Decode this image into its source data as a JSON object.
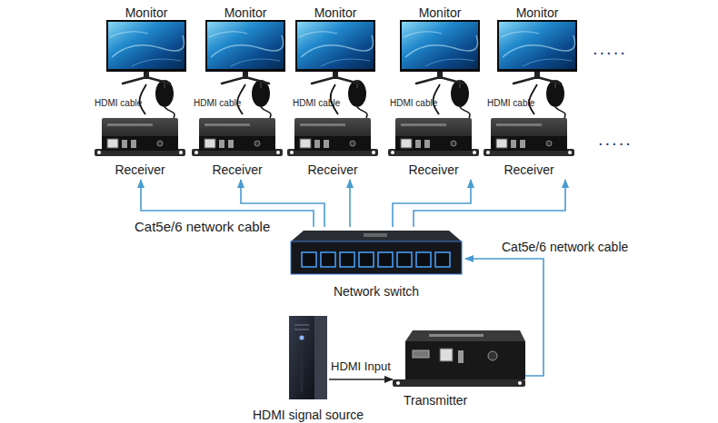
{
  "diagram": {
    "nodes": [
      {
        "text": [
          "Monitor"
        ]
      },
      {
        "text": [
          "Monitor"
        ]
      },
      {
        "text": [
          "Monitor"
        ]
      },
      {
        "text": [
          "Monitor"
        ]
      },
      {
        "text": [
          "Monitor"
        ]
      },
      {
        "text": [
          "Receiver"
        ]
      },
      {
        "text": [
          "Receiver"
        ]
      },
      {
        "text": [
          "Receiver"
        ]
      },
      {
        "text": [
          "Receiver"
        ]
      },
      {
        "text": [
          "Receiver"
        ]
      },
      {
        "text": [
          "Network switch"
        ]
      },
      {
        "text": [
          "HDMI signal source"
        ]
      },
      {
        "text": [
          "Transmitter"
        ]
      }
    ],
    "edges": [
      {
        "from": 5,
        "to": 0,
        "arrow": "none",
        "label": "HDMI cable"
      },
      {
        "from": 6,
        "to": 1,
        "arrow": "none",
        "label": "HDMI cable"
      },
      {
        "from": 7,
        "to": 2,
        "arrow": "none",
        "label": "HDMI cable"
      },
      {
        "from": 8,
        "to": 3,
        "arrow": "none",
        "label": "HDMI cable"
      },
      {
        "from": 9,
        "to": 4,
        "arrow": "none",
        "label": "HDMI cable"
      },
      {
        "from": 10,
        "to": 5,
        "arrow": "to"
      },
      {
        "from": 10,
        "to": 6,
        "arrow": "to"
      },
      {
        "from": 10,
        "to": 7,
        "arrow": "to"
      },
      {
        "from": 10,
        "to": 8,
        "arrow": "to"
      },
      {
        "from": 10,
        "to": 9,
        "arrow": "to"
      },
      {
        "from": 12,
        "to": 10,
        "arrow": "to",
        "label": "Cat5e/6 network cable"
      },
      {
        "from": 11,
        "to": 12,
        "arrow": "to",
        "label": "HDMI Input"
      }
    ],
    "labels": [
      "Cat5e/6 network cable",
      ".....",
      "....."
    ]
  }
}
